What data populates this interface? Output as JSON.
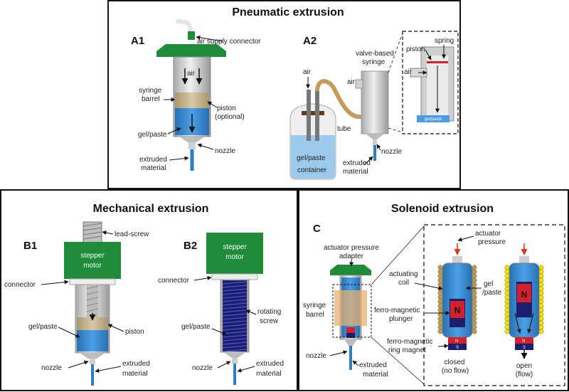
{
  "sections": {
    "pneumatic_title": "Pneumatic extrusion",
    "mechanical_title": "Mechanical extrusion",
    "solenoid_title": "Solenoid extrusion"
  },
  "panels": {
    "a1": "A1",
    "a2": "A2",
    "b1": "B1",
    "b2": "B2",
    "c": "C"
  },
  "a1": {
    "air_supply": "air supply connector",
    "air": "air",
    "syringe1": "syringe",
    "syringe2": "barrel",
    "piston1": "piston",
    "piston2": "(optional)",
    "gel": "gel/paste",
    "nozzle": "nozzle",
    "extruded1": "extruded",
    "extruded2": "material"
  },
  "a2": {
    "air_left": "air",
    "air_mid": "air",
    "valve1": "valve-based",
    "valve2": "syringe",
    "tube": "tube",
    "container1": "gel/paste",
    "container2": "container",
    "nozzle": "nozzle",
    "extruded1": "extruded",
    "extruded2": "material",
    "piston": "piston",
    "spring": "spring",
    "air_inset": "air",
    "inset_gel": "gel/paste"
  },
  "b1": {
    "lead_screw": "lead-screw",
    "motor1": "stepper",
    "motor2": "motor",
    "connector": "connector",
    "gel": "gel/paste",
    "piston": "piston",
    "nozzle": "nozzle",
    "extruded1": "extruded",
    "extruded2": "material"
  },
  "b2": {
    "motor1": "stepper",
    "motor2": "motor",
    "connector": "connector",
    "rotating1": "rotating",
    "rotating2": "screw",
    "gel": "gel/paste",
    "nozzle": "nozzle",
    "extruded1": "extruded",
    "extruded2": "material"
  },
  "c": {
    "adapter1": "actuator pressure",
    "adapter2": "adapter",
    "syringe1": "syringe",
    "syringe2": "barrel",
    "nozzle": "nozzle",
    "extruded1": "extruded",
    "extruded2": "material",
    "act_pressure1": "actuator",
    "act_pressure2": "pressure",
    "coil1": "actuating",
    "coil2": "coil",
    "gel1": "gel",
    "gel2": "/paste",
    "plunger1": "ferro-magnetic",
    "plunger2": "plunger",
    "ring1": "ferro-magnetic",
    "ring2": "ring magnet",
    "closed1": "closed",
    "closed2": "(no flow)",
    "open1": "open",
    "open2": "(flow)",
    "n": "N",
    "s": "S"
  },
  "colors": {
    "green": "#1e8c3a",
    "blue": "#3c8fd6",
    "barrel": "#d4d4d4",
    "tan": "#c8b896",
    "navy": "#1c1f6e",
    "red": "#d4202a",
    "coil": "#b89a5a",
    "yellow": "#f2e000"
  }
}
